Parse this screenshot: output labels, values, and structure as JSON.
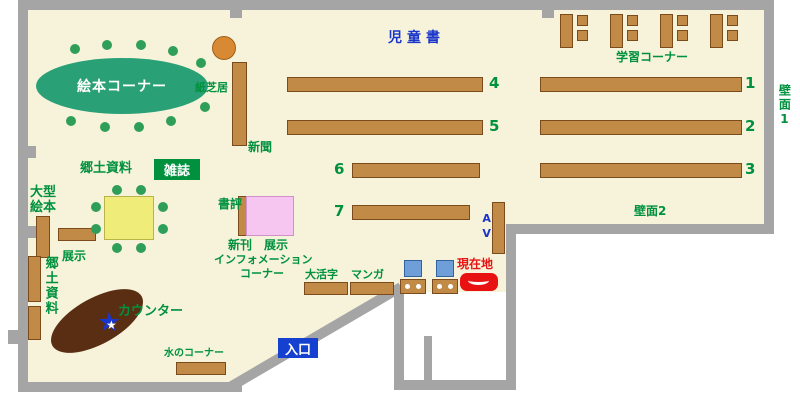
{
  "colors": {
    "floor": "#f6f3da",
    "wall": "#a5a5a5",
    "shelf_brown": "#c18a47",
    "label_green": "#00913f",
    "label_blue": "#1a35cc",
    "marker_red": "#e81212",
    "oval_teal": "#2aa076",
    "table_yellow": "#f0ec7a",
    "display_pink": "#f6c6f0",
    "counter_brown": "#5a2e12",
    "entrance_blue": "#1540d0"
  },
  "icons": {
    "star": "★"
  },
  "areas": {
    "children_books": "児童書",
    "study_corner": "学習コーナー",
    "picture_book_corner": "絵本コーナー",
    "kamishibai": "紙芝居",
    "newspaper": "新聞",
    "local_materials_upper": "郷土資料",
    "magazines": "雑誌",
    "large_picture_books": "大型絵本",
    "book_review": "書評",
    "new_arrivals": "新刊",
    "new_arrivals_display": "展示",
    "display_left": "展示",
    "information_line1": "インフォメーション",
    "information_line2": "コーナー",
    "local_materials_left": "郷土資料",
    "counter": "カウンター",
    "water_corner": "水のコーナー",
    "entrance": "入口",
    "large_print": "大活字",
    "manga": "マンガ",
    "current_location": "現在地",
    "wall_1": "壁面1",
    "wall_2": "壁面2",
    "av": "AV"
  },
  "shelf_numbers": {
    "s1": "1",
    "s2": "2",
    "s3": "3",
    "s4": "4",
    "s5": "5",
    "s6": "6",
    "s7": "7"
  }
}
